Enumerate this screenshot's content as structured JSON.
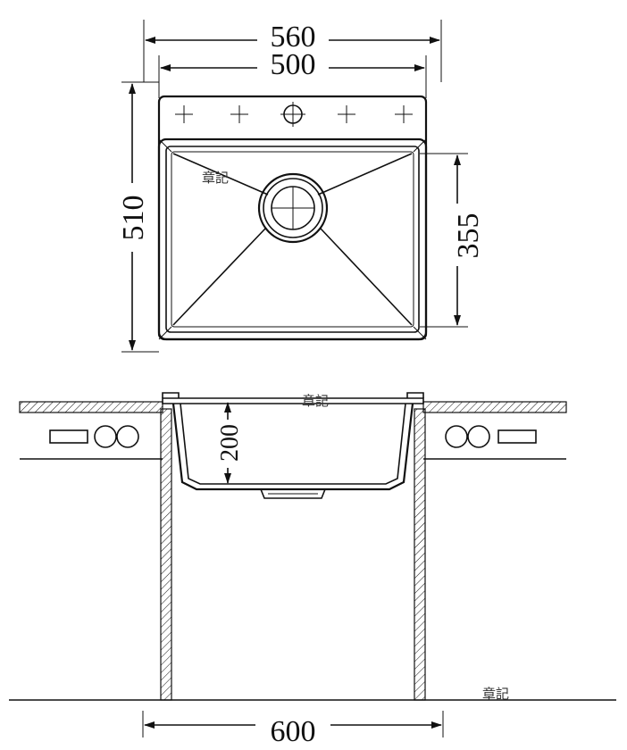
{
  "dimensions": {
    "outer_width": "560",
    "inner_width": "500",
    "depth": "510",
    "bowl_depth": "355",
    "bowl_height": "200",
    "cabinet_width": "600"
  },
  "watermark": {
    "text_1": "章記",
    "text_2": "章記",
    "text_3": "章記"
  }
}
